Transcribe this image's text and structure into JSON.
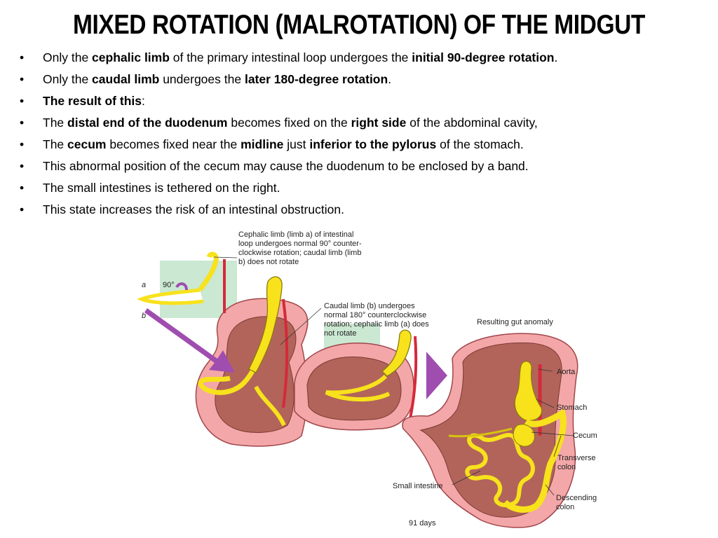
{
  "title": "MIXED ROTATION (MALROTATION) OF THE MIDGUT",
  "bullets": [
    [
      {
        "t": "Only the ",
        "b": false
      },
      {
        "t": "cephalic limb",
        "b": true
      },
      {
        "t": " of the primary intestinal loop undergoes the ",
        "b": false
      },
      {
        "t": "initial 90-degree rotation",
        "b": true
      },
      {
        "t": ".",
        "b": false
      }
    ],
    [
      {
        "t": "Only the ",
        "b": false
      },
      {
        "t": "caudal limb",
        "b": true
      },
      {
        "t": " undergoes the ",
        "b": false
      },
      {
        "t": "later 180-degree rotation",
        "b": true
      },
      {
        "t": ".",
        "b": false
      }
    ],
    [
      {
        "t": "The result of this",
        "b": true
      },
      {
        "t": ":",
        "b": false
      }
    ],
    [
      {
        "t": "The ",
        "b": false
      },
      {
        "t": "distal end of the duodenum",
        "b": true
      },
      {
        "t": " becomes fixed on the ",
        "b": false
      },
      {
        "t": "right side",
        "b": true
      },
      {
        "t": " of the abdominal cavity,",
        "b": false
      }
    ],
    [
      {
        "t": "The ",
        "b": false
      },
      {
        "t": "cecum",
        "b": true
      },
      {
        "t": " becomes fixed near the ",
        "b": false
      },
      {
        "t": "midline",
        "b": true
      },
      {
        "t": " just ",
        "b": false
      },
      {
        "t": "inferior to the pylorus",
        "b": true
      },
      {
        "t": " of the stomach.",
        "b": false
      }
    ],
    [
      {
        "t": "This abnormal position of the cecum may cause the duodenum to be enclosed by a band.",
        "b": false
      }
    ],
    [
      {
        "t": "The small intestines is tethered on the right.",
        "b": false
      }
    ],
    [
      {
        "t": "This state increases the risk of an intestinal obstruction.",
        "b": false
      }
    ]
  ],
  "figure": {
    "caption1": [
      "Cephalic limb (limb a) of intestinal",
      "loop undergoes normal 90° counter-",
      "clockwise rotation; caudal limb (limb",
      "b) does not rotate"
    ],
    "caption2": [
      "Caudal limb (b) undergoes",
      "normal 180° counterclockwise",
      "rotation; cephalic limb (a) does",
      "not rotate"
    ],
    "result_label": "Resulting gut anomaly",
    "angle_label": "90°",
    "limb_a": "a",
    "limb_b": "b",
    "labels": {
      "aorta": "Aorta",
      "stomach": "Stomach",
      "cecum": "Cecum",
      "transverse_colon": [
        "Transverse",
        "colon"
      ],
      "small_intestine": "Small intestine",
      "descending_colon": [
        "Descending",
        "colon"
      ],
      "days": "91 days"
    },
    "colors": {
      "pink": "#f3a7a8",
      "cavity": "#b2645a",
      "yellow": "#f7e21c",
      "vessel": "#d42a3a",
      "green": "#cbe8d2",
      "purple": "#a04db0"
    }
  }
}
